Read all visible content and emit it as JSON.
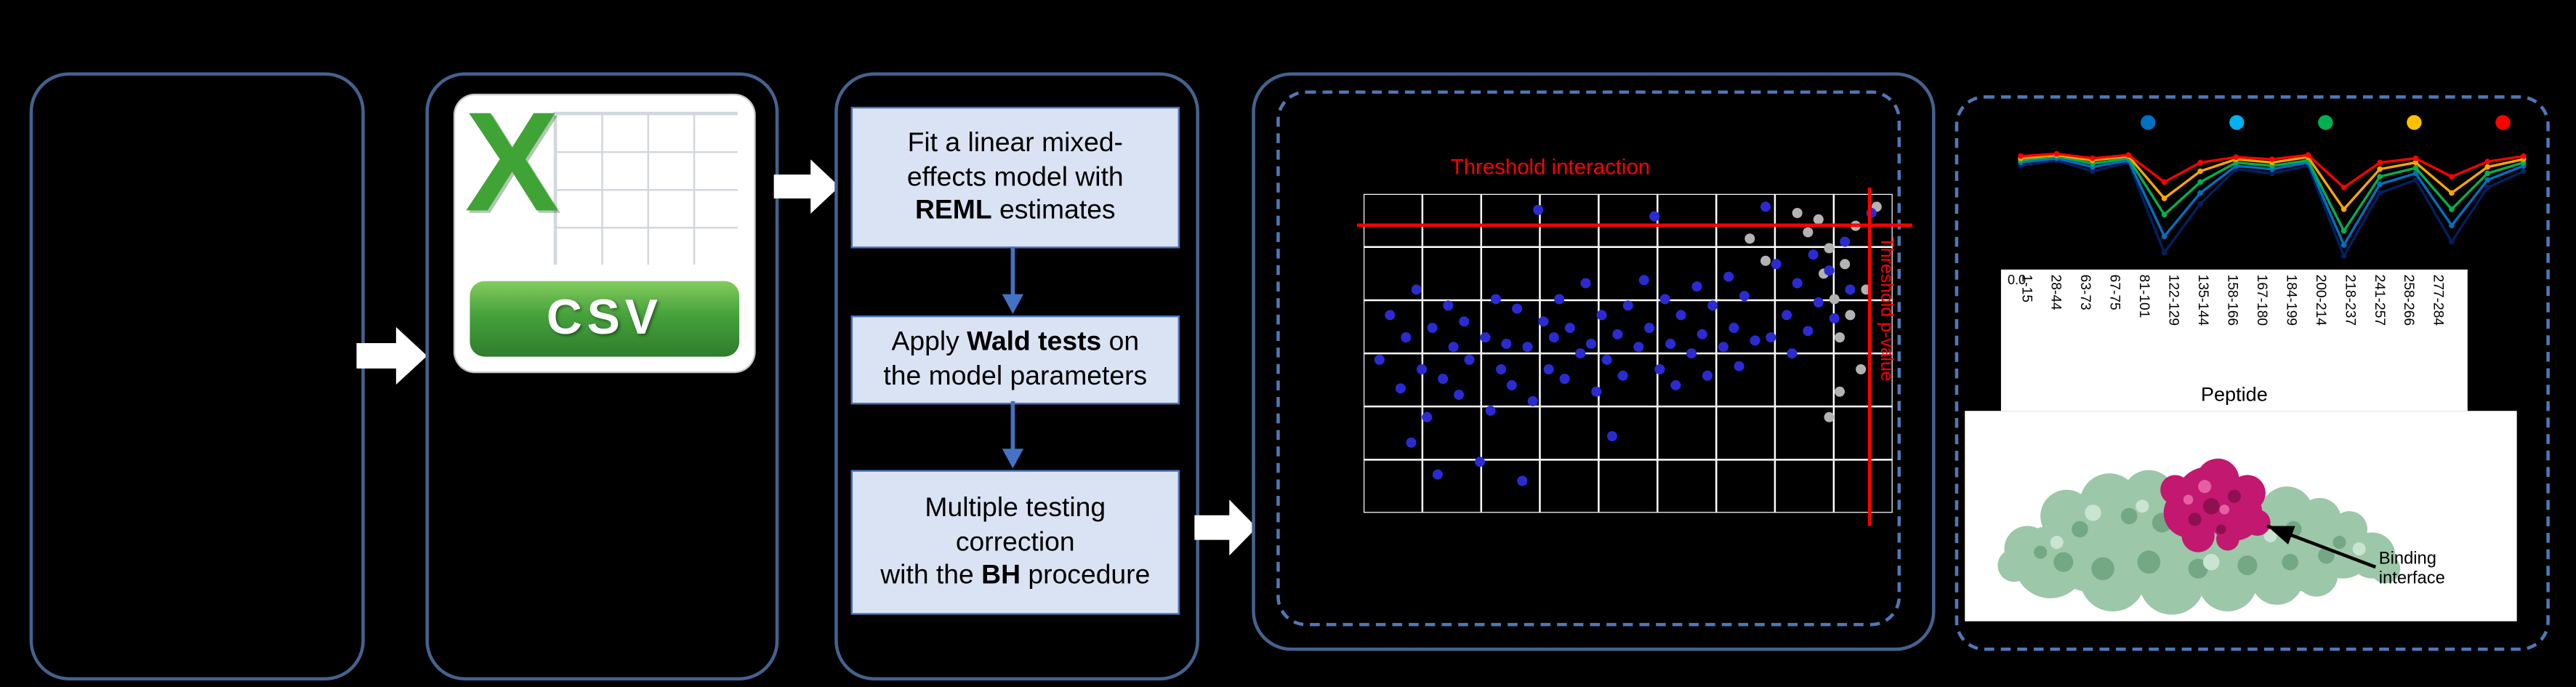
{
  "colors": {
    "background": "#000000",
    "panel_border": "#44628f",
    "dashed_border": "#4f78b5",
    "flow_box_fill": "#dae3f3",
    "flow_box_border": "#4472c4",
    "flow_arrow": "#4472c4",
    "white_arrow": "#ffffff",
    "threshold_red": "#ff0000",
    "blue_point": "#2b2bd4",
    "gray_point": "#b3b3b3",
    "grid_line": "#ffffff"
  },
  "csv_icon": {
    "letter": "X",
    "label": "CSV"
  },
  "flow": {
    "steps": [
      {
        "line1": "Fit a linear mixed-",
        "line2": "effects model with",
        "line3_bold": "REML",
        "line3_post": " estimates"
      },
      {
        "line1_pre": "Apply ",
        "line1_bold": "Wald tests",
        "line1_post": " on",
        "line2": "the model parameters"
      },
      {
        "line1": "Multiple testing",
        "line2": "correction",
        "line3_pre": "with the ",
        "line3_bold": "BH",
        "line3_post": " procedure"
      }
    ]
  },
  "scatter": {
    "title": "Threshold interaction",
    "right_label": "Threshold p-value",
    "grid_cols": 9,
    "grid_rows": 6,
    "h_threshold": 0.1,
    "v_threshold": 0.955,
    "blue_points": [
      [
        3,
        52
      ],
      [
        5,
        38
      ],
      [
        7,
        61
      ],
      [
        8,
        45
      ],
      [
        9,
        78
      ],
      [
        10,
        30
      ],
      [
        11,
        55
      ],
      [
        12,
        70
      ],
      [
        13,
        42
      ],
      [
        14,
        88
      ],
      [
        15,
        58
      ],
      [
        16,
        35
      ],
      [
        17,
        48
      ],
      [
        18,
        63
      ],
      [
        19,
        40
      ],
      [
        20,
        52
      ],
      [
        22,
        84
      ],
      [
        23,
        45
      ],
      [
        24,
        68
      ],
      [
        25,
        33
      ],
      [
        26,
        55
      ],
      [
        27,
        47
      ],
      [
        28,
        60
      ],
      [
        29,
        36
      ],
      [
        30,
        90
      ],
      [
        31,
        48
      ],
      [
        32,
        65
      ],
      [
        33,
        5
      ],
      [
        34,
        40
      ],
      [
        35,
        55
      ],
      [
        36,
        45
      ],
      [
        37,
        33
      ],
      [
        38,
        58
      ],
      [
        39,
        42
      ],
      [
        41,
        50
      ],
      [
        42,
        28
      ],
      [
        43,
        47
      ],
      [
        44,
        62
      ],
      [
        45,
        38
      ],
      [
        46,
        52
      ],
      [
        47,
        76
      ],
      [
        48,
        44
      ],
      [
        49,
        57
      ],
      [
        50,
        35
      ],
      [
        52,
        48
      ],
      [
        53,
        27
      ],
      [
        54,
        42
      ],
      [
        55,
        7
      ],
      [
        56,
        55
      ],
      [
        57,
        33
      ],
      [
        58,
        47
      ],
      [
        59,
        60
      ],
      [
        60,
        38
      ],
      [
        62,
        50
      ],
      [
        63,
        29
      ],
      [
        64,
        44
      ],
      [
        65,
        57
      ],
      [
        66,
        35
      ],
      [
        68,
        48
      ],
      [
        69,
        26
      ],
      [
        70,
        42
      ],
      [
        71,
        54
      ],
      [
        72,
        32
      ],
      [
        74,
        46
      ],
      [
        76,
        4
      ],
      [
        77,
        45
      ],
      [
        78,
        22
      ],
      [
        80,
        38
      ],
      [
        81,
        50
      ],
      [
        82,
        28
      ],
      [
        84,
        43
      ],
      [
        85,
        19
      ],
      [
        86,
        34
      ],
      [
        88,
        24
      ],
      [
        89,
        39
      ],
      [
        91,
        15
      ],
      [
        92,
        30
      ],
      [
        96,
        6
      ]
    ],
    "gray_points": [
      [
        73,
        14
      ],
      [
        76,
        21
      ],
      [
        82,
        6
      ],
      [
        84,
        12
      ],
      [
        86,
        8
      ],
      [
        87,
        25
      ],
      [
        88,
        17
      ],
      [
        89,
        33
      ],
      [
        90,
        45
      ],
      [
        91,
        22
      ],
      [
        92,
        38
      ],
      [
        93,
        10
      ],
      [
        94,
        55
      ],
      [
        95,
        30
      ],
      [
        97,
        4
      ],
      [
        90,
        62
      ],
      [
        88,
        70
      ]
    ]
  },
  "profile_chart": {
    "legend_colors": [
      "#0070c0",
      "#00b0f0",
      "#00b050",
      "#ffc000",
      "#ff0000"
    ],
    "series": [
      {
        "name": "navy",
        "color": "#002060",
        "values": [
          0.85,
          0.9,
          0.8,
          0.88,
          0.05,
          0.5,
          0.82,
          0.78,
          0.85,
          0.02,
          0.6,
          0.72,
          0.15,
          0.65,
          0.8
        ]
      },
      {
        "name": "blue",
        "color": "#0070c0",
        "values": [
          0.88,
          0.92,
          0.84,
          0.9,
          0.2,
          0.6,
          0.85,
          0.82,
          0.88,
          0.12,
          0.68,
          0.78,
          0.3,
          0.72,
          0.85
        ]
      },
      {
        "name": "green",
        "color": "#00b050",
        "values": [
          0.9,
          0.94,
          0.87,
          0.92,
          0.4,
          0.7,
          0.88,
          0.85,
          0.9,
          0.25,
          0.75,
          0.83,
          0.45,
          0.78,
          0.88
        ]
      },
      {
        "name": "orange",
        "color": "#ffa500",
        "values": [
          0.92,
          0.95,
          0.9,
          0.94,
          0.55,
          0.8,
          0.91,
          0.88,
          0.93,
          0.45,
          0.82,
          0.88,
          0.6,
          0.84,
          0.91
        ]
      },
      {
        "name": "red",
        "color": "#ff0000",
        "values": [
          0.94,
          0.96,
          0.92,
          0.95,
          0.7,
          0.88,
          0.93,
          0.91,
          0.95,
          0.65,
          0.88,
          0.92,
          0.75,
          0.89,
          0.94
        ]
      }
    ],
    "y_tick": "0.0",
    "x_labels": [
      "1-15",
      "28-44",
      "63-73",
      "67-75",
      "81-101",
      "122-129",
      "135-144",
      "158-166",
      "167-180",
      "184-199",
      "200-214",
      "218-237",
      "241-257",
      "258-266",
      "277-284"
    ],
    "x_axis_label": "Peptide"
  },
  "protein": {
    "annotation": "Binding interface"
  }
}
